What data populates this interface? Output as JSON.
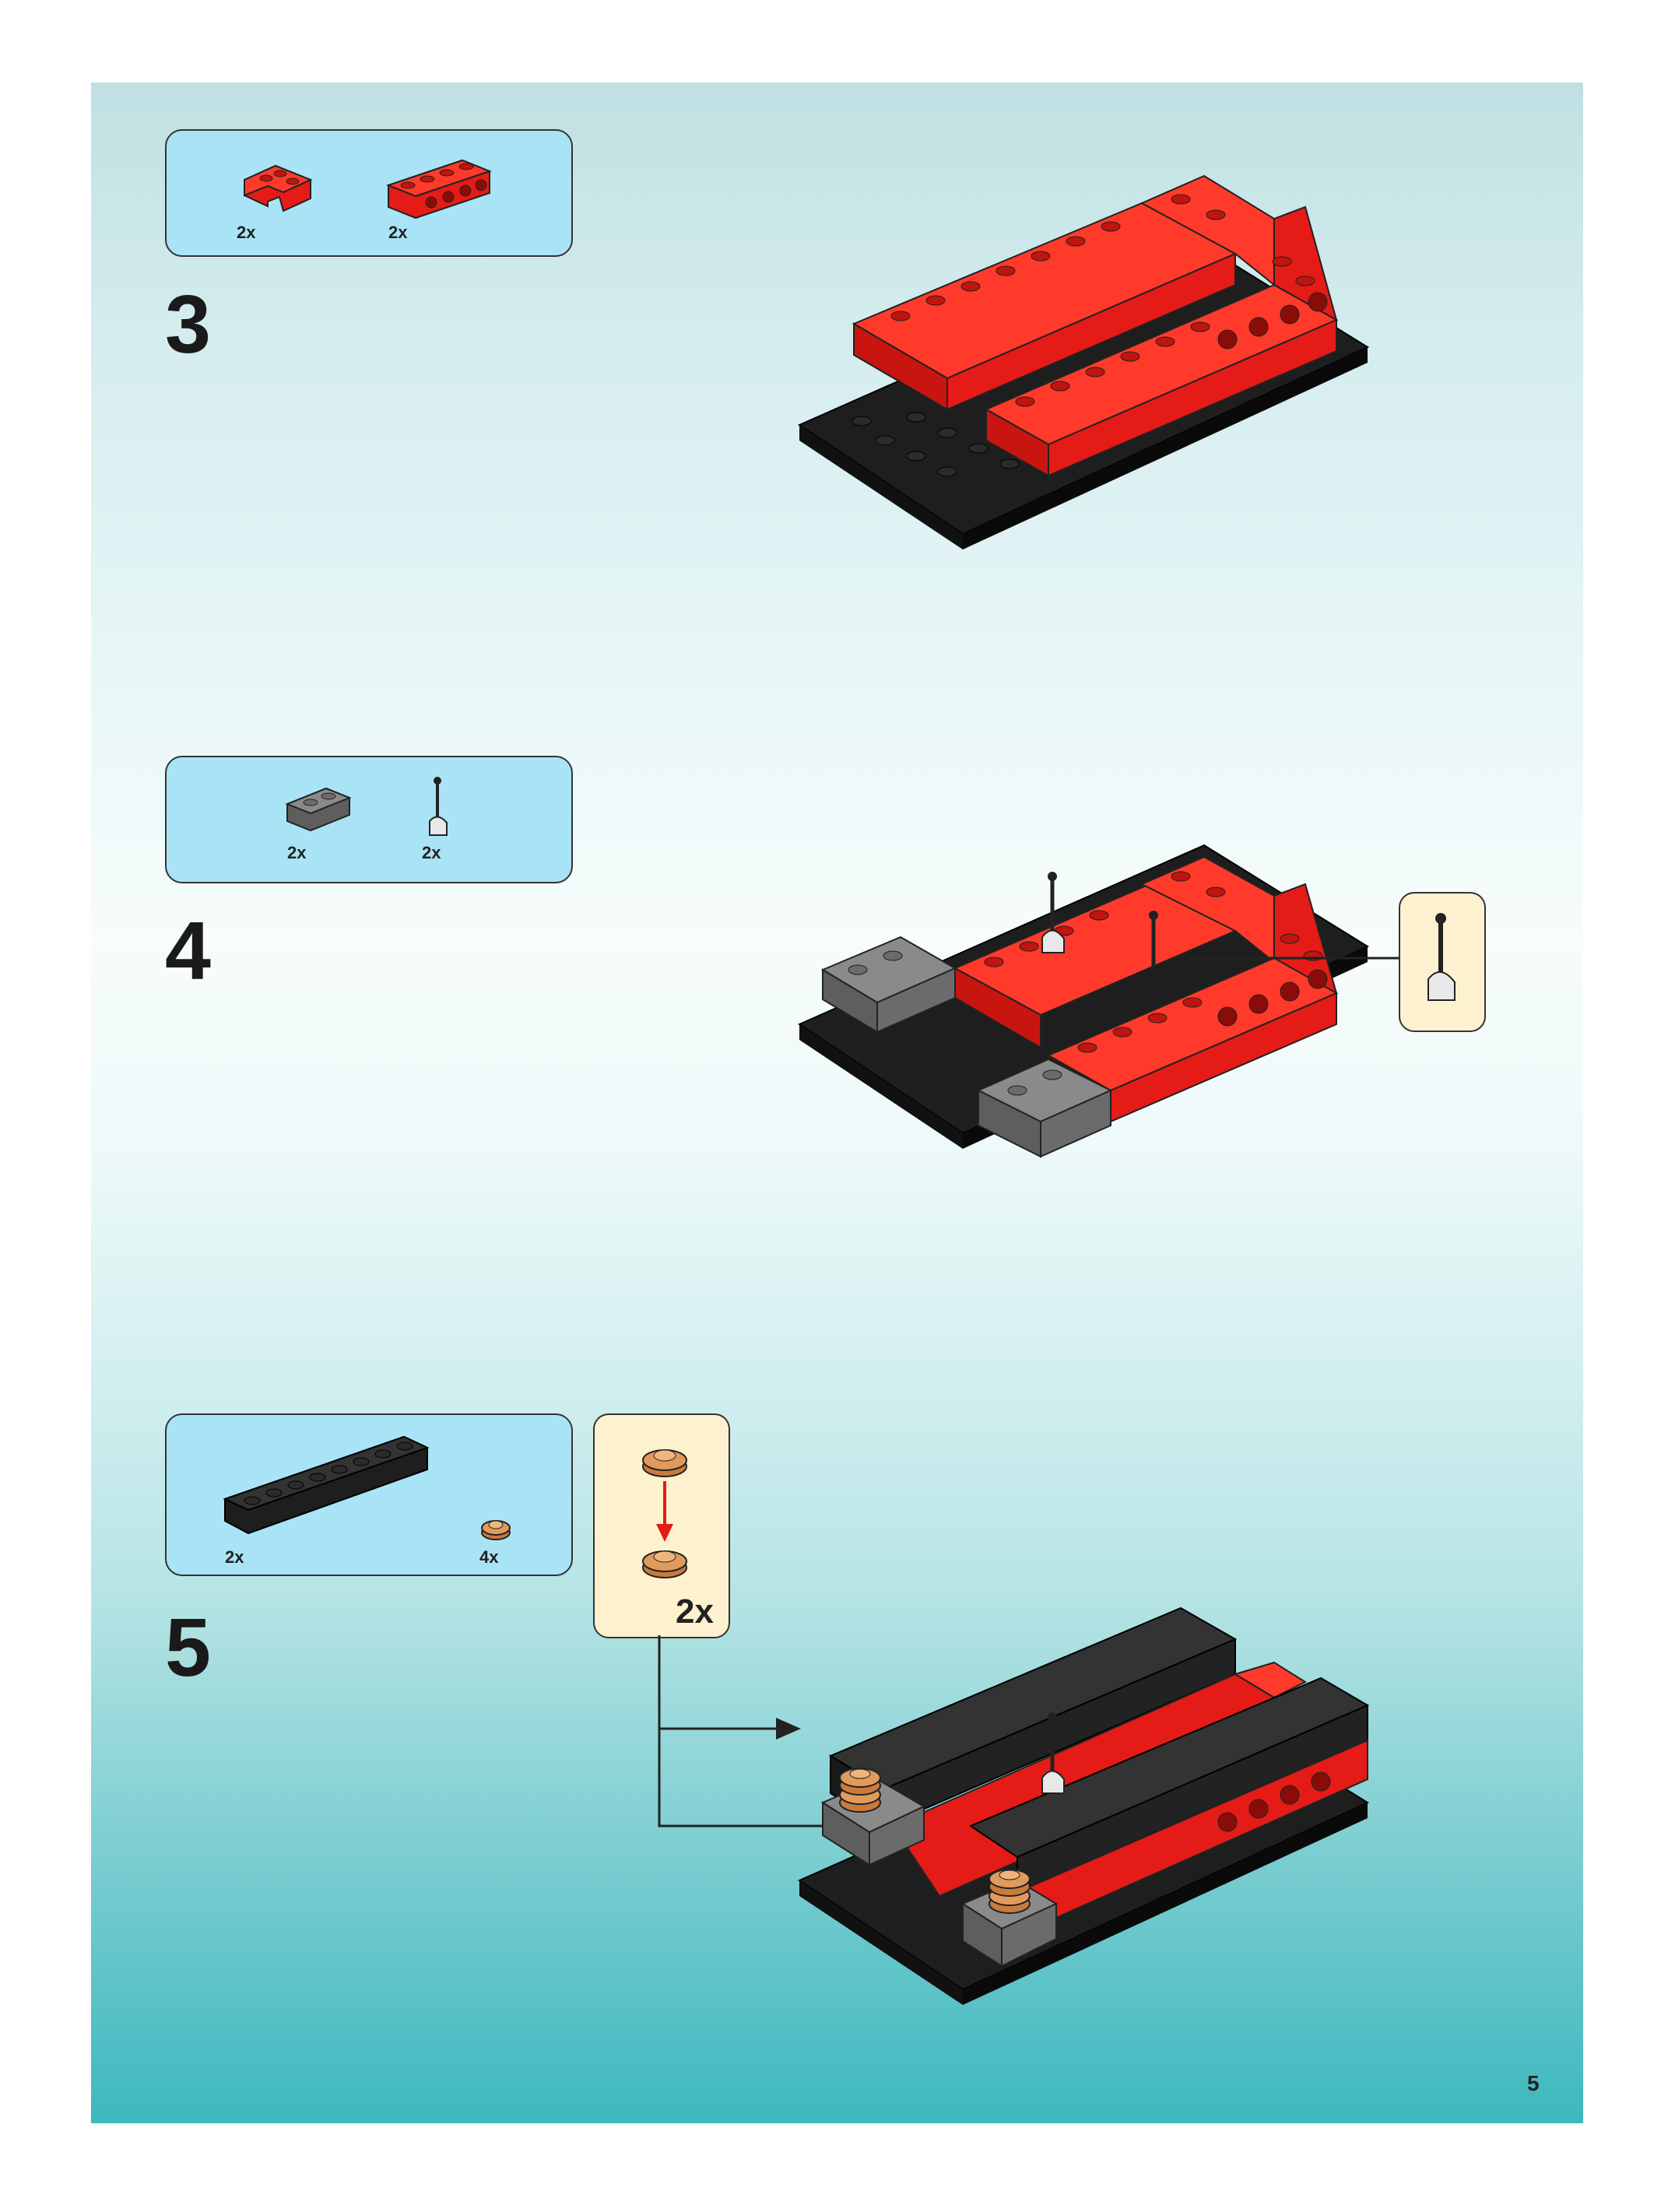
{
  "page_number": "5",
  "steps": [
    {
      "number": "3",
      "parts": [
        {
          "icon": "red-corner-brick-icon",
          "qty": "2x"
        },
        {
          "icon": "red-technic-brick-1x4-icon",
          "qty": "2x"
        }
      ]
    },
    {
      "number": "4",
      "parts": [
        {
          "icon": "gray-brick-1x2-icon",
          "qty": "2x"
        },
        {
          "icon": "lever-icon",
          "qty": "2x"
        }
      ]
    },
    {
      "number": "5",
      "parts": [
        {
          "icon": "black-brick-1x8-icon",
          "qty": "2x"
        },
        {
          "icon": "tan-round-plate-icon",
          "qty": "4x"
        }
      ],
      "callout_qty": "2x"
    }
  ],
  "colors": {
    "red": "#e41b17",
    "black": "#1e1e1e",
    "gray": "#6b6b6b",
    "tan": "#e09a5c",
    "parts_box": "#a9e4f6",
    "callout": "#fdf1cf"
  }
}
